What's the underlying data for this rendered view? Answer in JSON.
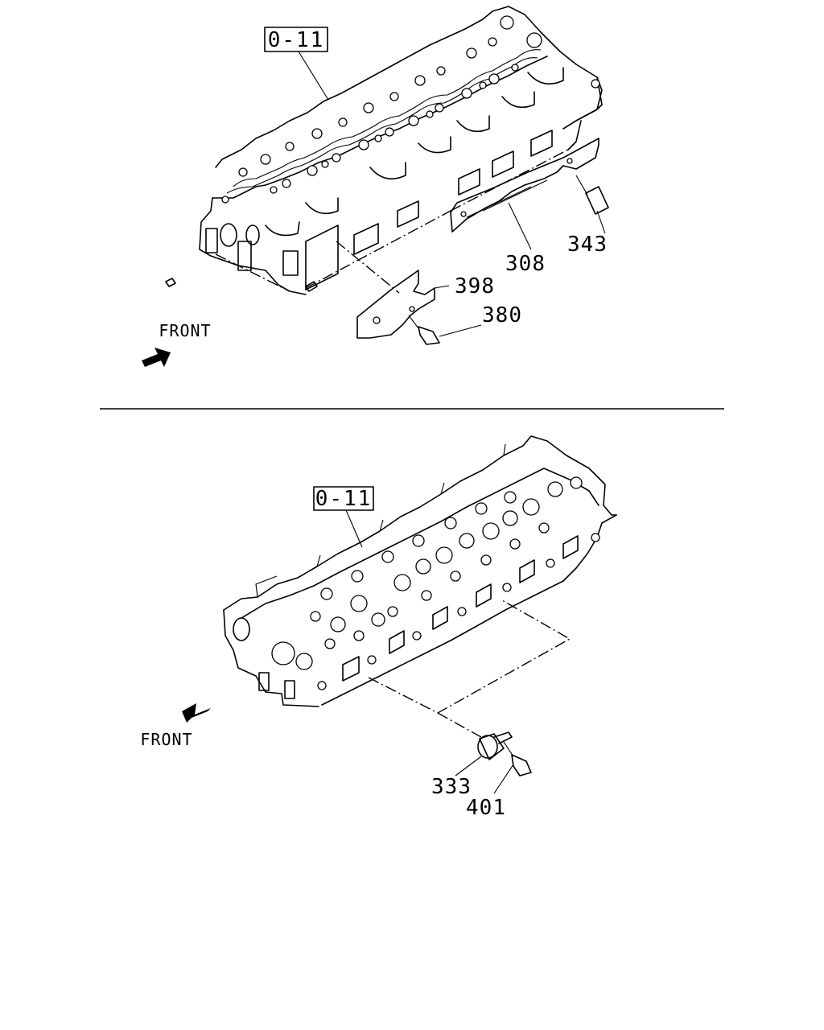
{
  "top_view": {
    "reference_box": "0-11",
    "front_label": "FRONT",
    "callouts": [
      {
        "id": "343",
        "text": "343"
      },
      {
        "id": "308",
        "text": "308"
      },
      {
        "id": "398",
        "text": "398"
      },
      {
        "id": "380",
        "text": "380"
      }
    ]
  },
  "bottom_view": {
    "reference_box": "0-11",
    "front_label": "FRONT",
    "callouts": [
      {
        "id": "333",
        "text": "333"
      },
      {
        "id": "401",
        "text": "401"
      }
    ]
  },
  "icons": {
    "front_arrow_top": "arrow-up-right-icon",
    "front_arrow_bottom": "arrow-down-left-icon"
  }
}
